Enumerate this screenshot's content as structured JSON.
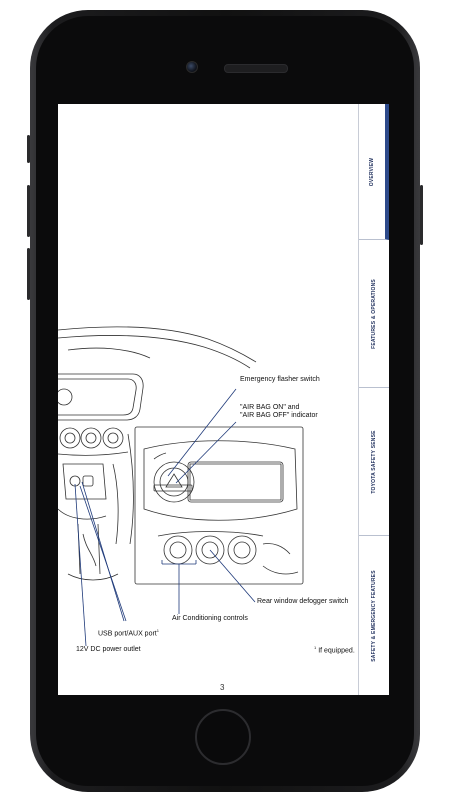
{
  "manual": {
    "tabs": [
      {
        "label": "OVERVIEW"
      },
      {
        "label": "FEATURES & OPERATIONS"
      },
      {
        "label": "TOYOTA SAFETY SENSE"
      },
      {
        "label": "SAFETY & EMERGENCY FEATURES"
      }
    ],
    "callouts": {
      "emergency_flasher": "Emergency flasher switch",
      "airbag_line1": "\"AIR BAG ON\" and",
      "airbag_line2": "\"AIR BAG OFF\" indicator",
      "rear_defogger": "Rear window defogger switch",
      "ac_controls": "Air Conditioning controls",
      "usb_port": "USB port/AUX port",
      "usb_port_sup": "1",
      "dc_outlet": "12V DC power outlet"
    },
    "footnote": {
      "mark": "1",
      "text": "If equipped."
    },
    "page_number": "3"
  }
}
